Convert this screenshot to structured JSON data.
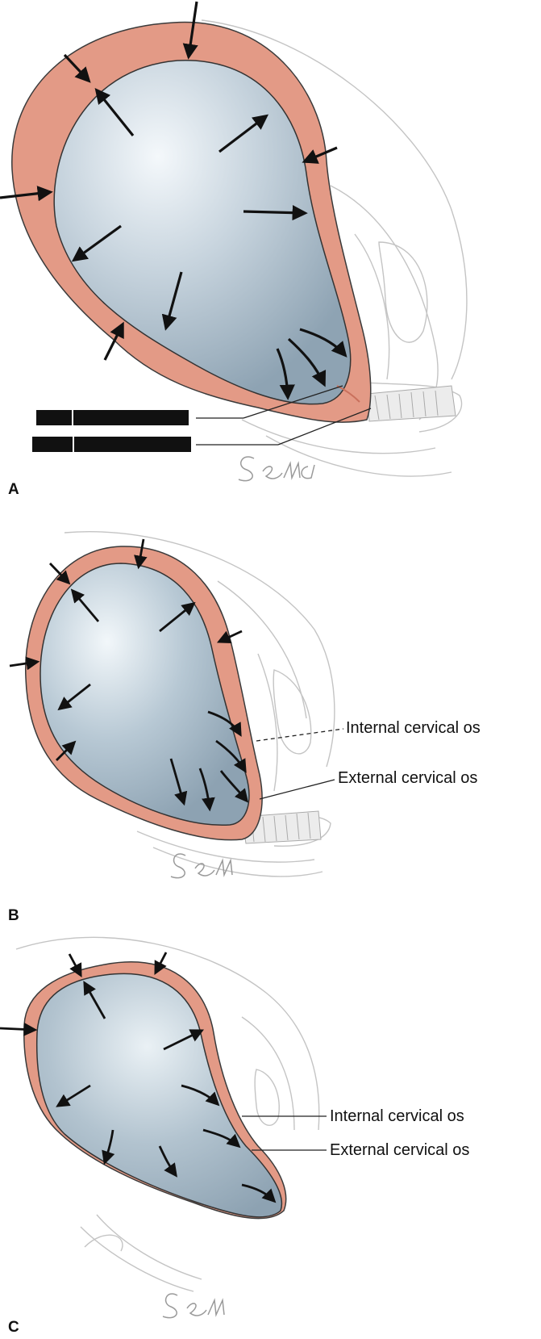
{
  "figure": {
    "panels": [
      {
        "letter": "A",
        "signature": "Sena"
      },
      {
        "letter": "B",
        "signature": "Sena"
      },
      {
        "letter": "C",
        "signature": "Sena"
      }
    ],
    "labels": {
      "internal_os": "Internal cervical os",
      "external_os": "External cervical os"
    },
    "panel_b_labels": [
      "Internal cervical os",
      "External cervical os"
    ],
    "panel_c_labels": [
      "Internal cervical os",
      "External cervical os"
    ],
    "panel_a_labels_redacted": true
  },
  "colors": {
    "uterine_wall": "#e0907c",
    "wall_outline": "#3a3a3a",
    "amniotic_sac": "#9fb4c4",
    "sac_highlight": "#eef4f8",
    "pelvic_sketch": "#bdbdbd",
    "arrow": "#111111",
    "redaction": "#111111"
  }
}
